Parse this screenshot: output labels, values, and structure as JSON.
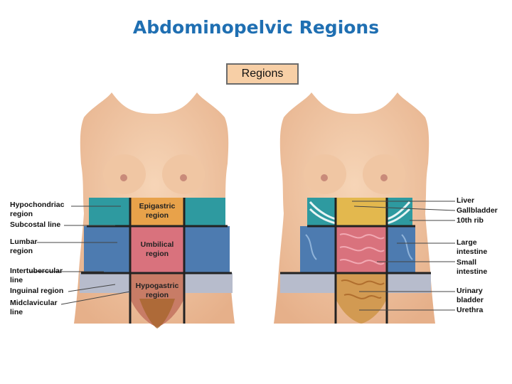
{
  "title": "Abdominopelvic Regions",
  "regions_box": "Regions",
  "left_labels": {
    "hypochondriac": "Hypochondriac\nregion",
    "subcostal": "Subcostal line",
    "lumbar": "Lumbar\nregion",
    "intertubercular": "Intertubercular\nline",
    "inguinal": "Inguinal region",
    "midclavicular": "Midclavicular\nline"
  },
  "center_labels": {
    "epigastric": "Epigastric\nregion",
    "umbilical": "Umbilical\nregion",
    "hypogastric": "Hypogastric\nregion"
  },
  "right_labels": {
    "liver": "Liver",
    "gallbladder": "Gallbladder",
    "rib": "10th rib",
    "large_intestine": "Large\nintestine",
    "small_intestine": "Small\nintestine",
    "urinary_bladder": "Urinary\nbladder",
    "urethra": "Urethra"
  },
  "colors": {
    "title": "#1f6fb2",
    "skin": "#f2c8a4",
    "hypochondriac": "#2e9aa0",
    "epigastric": "#e8a24a",
    "lumbar": "#4d7bb0",
    "umbilical": "#d9727d",
    "inguinal": "#b7bccc",
    "hypogastric": "#c87c66",
    "grid": "#222222"
  }
}
